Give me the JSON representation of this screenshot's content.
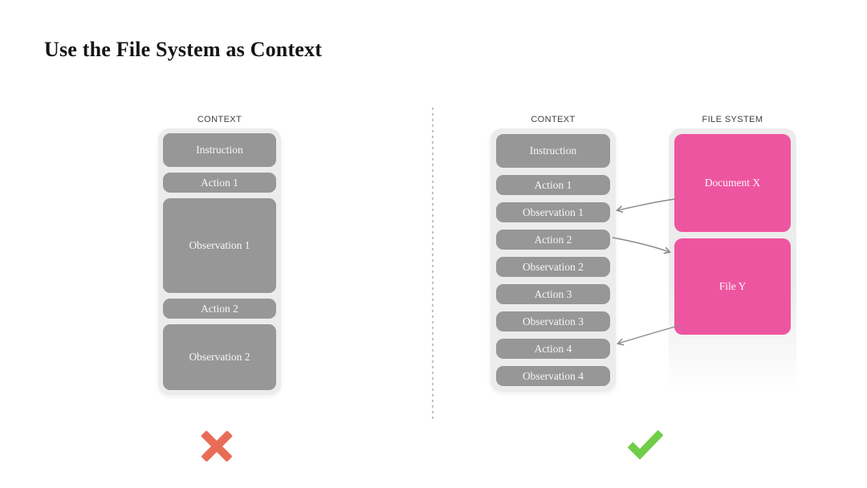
{
  "title": "Use the File System as Context",
  "left_panel": {
    "label": "CONTEXT",
    "items": [
      "Instruction",
      "Action 1",
      "Observation 1",
      "Action 2",
      "Observation 2"
    ],
    "verdict_icon": "x-mark"
  },
  "right_panel": {
    "label": "CONTEXT",
    "items": [
      "Instruction",
      "Action 1",
      "Observation 1",
      "Action 2",
      "Observation 2",
      "Action 3",
      "Observation 3",
      "Action 4",
      "Observation 4"
    ],
    "verdict_icon": "check-mark"
  },
  "file_system": {
    "label": "FILE SYSTEM",
    "items": [
      "Document X",
      "File Y"
    ]
  },
  "arrows": [
    {
      "from": "Document X",
      "to": "Observation 1"
    },
    {
      "from": "Action 2",
      "to": "File Y"
    },
    {
      "from": "File Y",
      "to": "Action 4"
    }
  ],
  "colors": {
    "title_color": "#151515",
    "label_color": "#414141",
    "container_bg": "#ececec",
    "gray_box": "#979797",
    "box_text": "#f6f6f6",
    "pink": "#ee55a0",
    "divider_color": "#c2c2c2",
    "arrow_color": "#8a8a8a",
    "x_color": "#e96c57",
    "check_color": "#6fce48"
  }
}
